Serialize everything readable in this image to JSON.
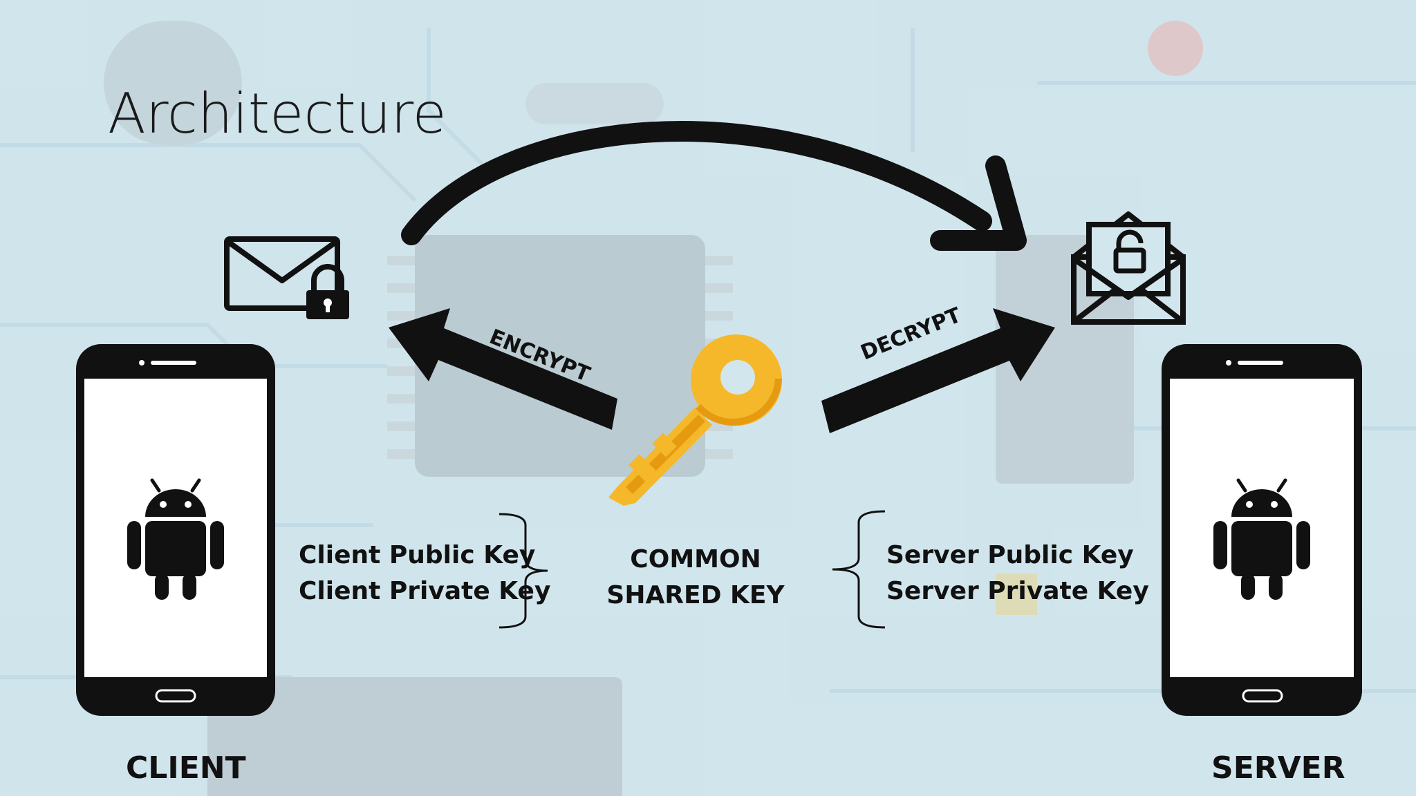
{
  "slide": {
    "title": "Architecture"
  },
  "arrows": {
    "encrypt_label": "ENCRYPT",
    "decrypt_label": "DECRYPT"
  },
  "client": {
    "keys": [
      "Client Public Key",
      "Client Private Key"
    ],
    "caption": "CLIENT"
  },
  "server": {
    "keys": [
      "Server Public Key",
      "Server Private Key"
    ],
    "caption": "SERVER"
  },
  "shared_key": {
    "lines": [
      "COMMON",
      "SHARED KEY"
    ]
  },
  "colors": {
    "background": "#d2e6ee",
    "key_gold": "#f5b82a",
    "key_gold_dark": "#e69a10",
    "ink": "#111111",
    "screen": "#ffffff"
  },
  "icons": {
    "client_phone": "smartphone-android-icon",
    "server_phone": "smartphone-android-icon",
    "locked_mail": "envelope-locked-icon",
    "unlocked_mail": "envelope-unlocked-icon",
    "shared_key": "key-icon"
  }
}
